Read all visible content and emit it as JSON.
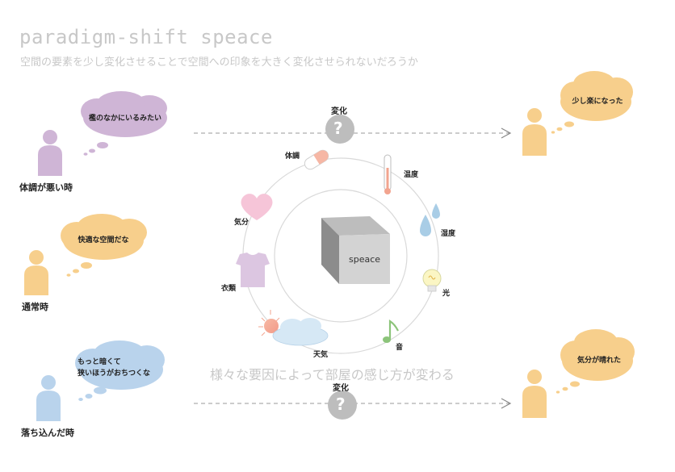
{
  "header": {
    "title": "paradigm-shift speace",
    "subtitle": "空間の要素を少し変化させることで空間への印象を大きく変化させられないだろうか"
  },
  "left": [
    {
      "thought": "檻のなかにいるみたい",
      "label": "体調が悪い時"
    },
    {
      "thought": "快適な空間だな",
      "label": "通常時"
    },
    {
      "thought_line1": "もっと暗くて",
      "thought_line2": "狭いほうがおちつくな",
      "label": "落ち込んだ時"
    }
  ],
  "right": [
    {
      "thought": "少し楽になった"
    },
    {
      "thought": "気分が晴れた"
    }
  ],
  "change_label": "変化",
  "question_mark": "?",
  "cube_label": "speace",
  "factors": {
    "condition": "体調",
    "temperature": "温度",
    "humidity": "湿度",
    "light": "光",
    "sound": "音",
    "weather": "天気",
    "clothing": "衣類",
    "mood": "気分"
  },
  "caption": "様々な要因によって部屋の感じ方が変わる",
  "colors": {
    "purple": "#cfb5d6",
    "orange": "#f7cf8c",
    "blue": "#b9d3ec",
    "gray_question": "#bdbdbd",
    "light_gray_text": "#c8c8c8"
  }
}
